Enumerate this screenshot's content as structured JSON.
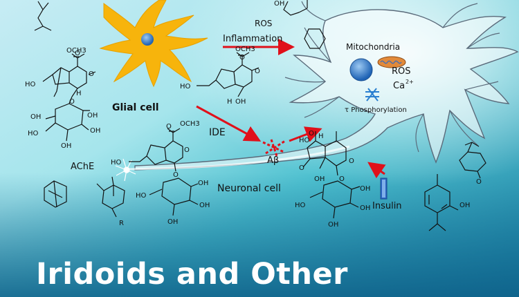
{
  "diagram": {
    "labels": {
      "ros_top": "ROS",
      "inflammation": "Inflammation",
      "mitochondria": "Mitochondria",
      "ros_cell": "ROS",
      "ca": "Ca",
      "ca_sup": "2+",
      "phosphorylation": "τ Phosphorylation",
      "glial_cell": "Glial cell",
      "ide": "IDE",
      "abeta": "Aβ",
      "ache": "AChE",
      "neuronal_cell": "Neuronal cell",
      "insulin": "Insulin"
    },
    "chem_labels": {
      "ho_1": "HO",
      "ho_2": "HO",
      "ho_3": "HO",
      "ho_4": "HO",
      "ho_5": "HO",
      "ho_6": "HO",
      "ho_7": "HO",
      "oh_1": "OH",
      "oh_2": "OH",
      "oh_3": "OH",
      "oh_4": "OH",
      "oh_5": "OH",
      "oh_6": "OH",
      "oh_7": "OH",
      "oh_8": "OH",
      "oh_9": "OH",
      "oh_10": "OH",
      "oh_11": "OH",
      "oh_12": "OH",
      "oh_13": "OH",
      "oh_14": "OH",
      "o_1": "O",
      "o_2": "O",
      "o_3": "O",
      "o_4": "O",
      "o_5": "O",
      "o_6": "O",
      "o_7": "O",
      "o_8": "O",
      "o_9": "O",
      "o_10": "O",
      "o_11": "O",
      "o_12": "O",
      "o_13": "O",
      "och3_1": "OCH3",
      "och3_2": "OCH3",
      "och3_3": "OCH3",
      "r": "R",
      "h_1": "H",
      "h_2": "H",
      "h_3": "H"
    },
    "colors": {
      "arrow_red": "#e0101a",
      "glial_yellow": "#f7b40c",
      "nucleus_blue": "#2f7fd6",
      "mitochondria_orange": "#e28a3a",
      "phospho_blue": "#2a7fd0"
    }
  },
  "title": {
    "text": "Iridoids and Other"
  }
}
